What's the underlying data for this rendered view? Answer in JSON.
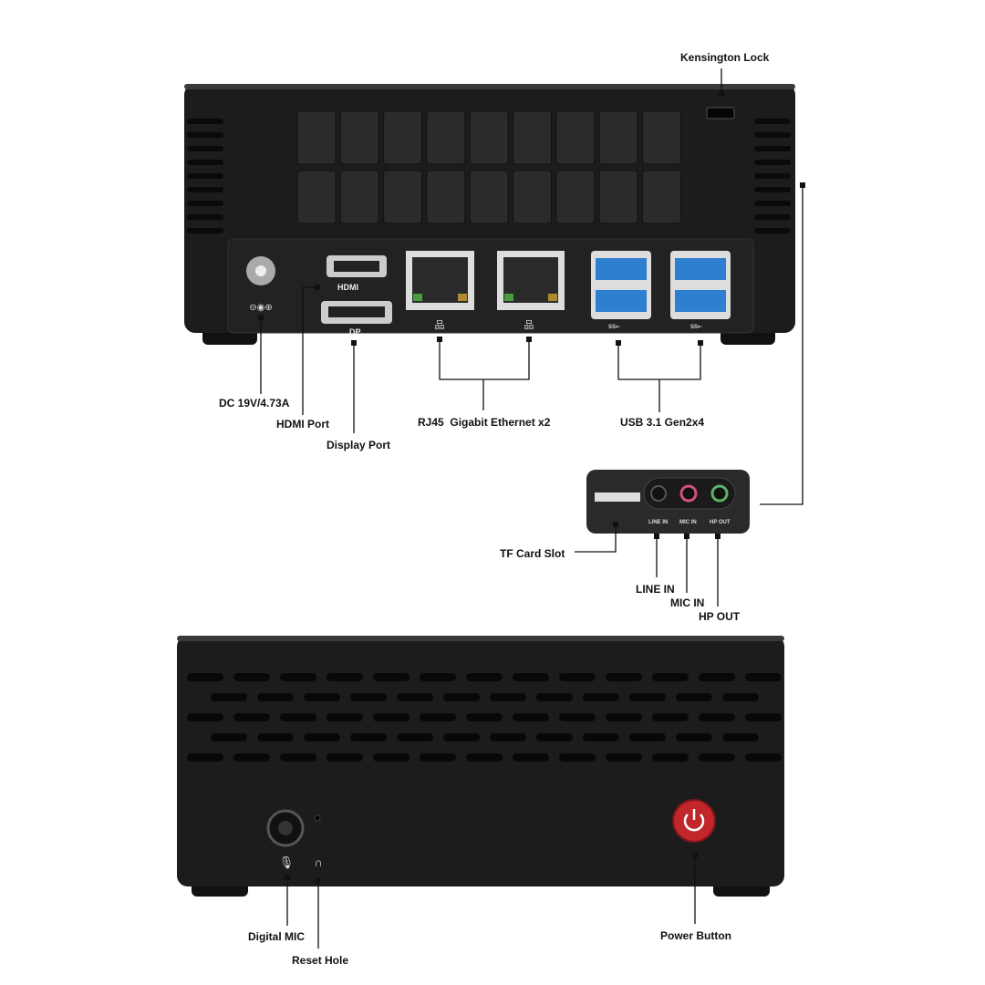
{
  "callouts": {
    "kensington": "Kensington Lock",
    "dc": "DC 19V/4.73A",
    "hdmi": "HDMI Port",
    "dp": "Display Port",
    "rj45": "RJ45  Gigabit Ethernet x2",
    "usb": "USB 3.1 Gen2x4",
    "tf": "TF Card Slot",
    "line_in": "LINE IN",
    "mic_in": "MIC IN",
    "hp_out": "HP OUT",
    "digital_mic": "Digital MIC",
    "reset": "Reset Hole",
    "power": "Power Button"
  },
  "port_labels": {
    "hdmi": "HDMI",
    "dp": "DP",
    "usb1": "SS⇠",
    "usb2": "SS⇠",
    "line_in": "LINE IN",
    "mic_in": "MIC IN",
    "hp_out": "HP OUT"
  },
  "colors": {
    "body": "#1c1c1c",
    "usb_blue": "#2f7fd0",
    "mic_pink": "#d2507a",
    "hp_green": "#5fb06a",
    "power_red": "#c0262a"
  }
}
